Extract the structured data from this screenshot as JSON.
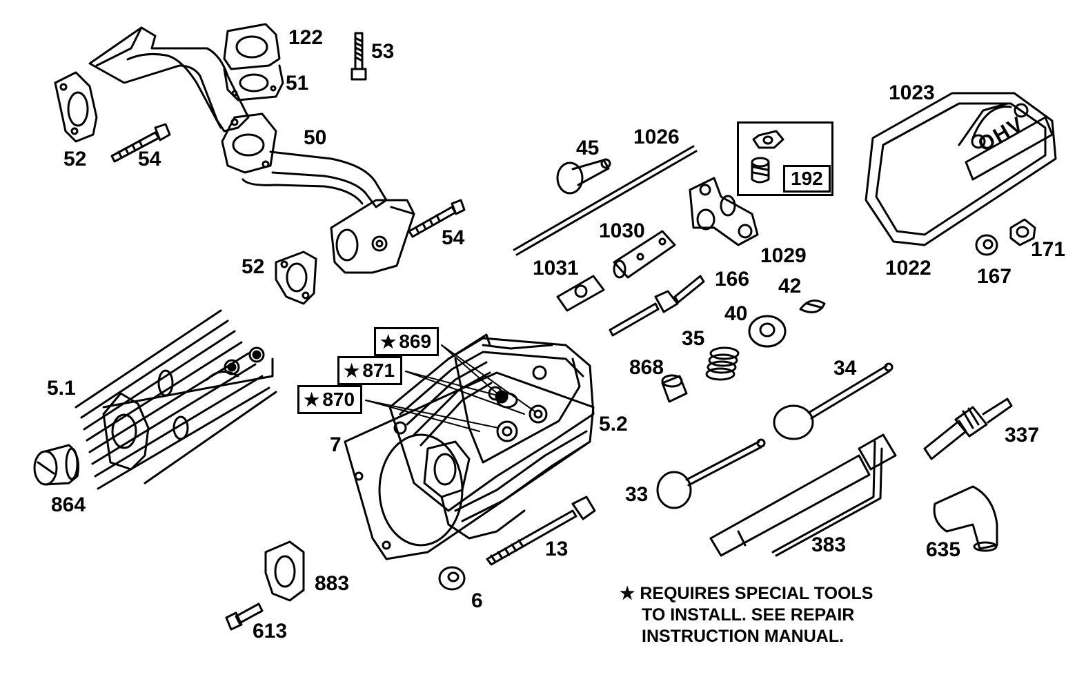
{
  "diagram": {
    "parts": [
      {
        "id": "p122",
        "number": "122"
      },
      {
        "id": "p53",
        "number": "53"
      },
      {
        "id": "p51",
        "number": "51"
      },
      {
        "id": "p52a",
        "number": "52"
      },
      {
        "id": "p54a",
        "number": "54"
      },
      {
        "id": "p50",
        "number": "50"
      },
      {
        "id": "p54b",
        "number": "54"
      },
      {
        "id": "p52b",
        "number": "52"
      },
      {
        "id": "p45",
        "number": "45"
      },
      {
        "id": "p1026",
        "number": "1026"
      },
      {
        "id": "p192",
        "number": "192"
      },
      {
        "id": "p1023",
        "number": "1023"
      },
      {
        "id": "p1030",
        "number": "1030"
      },
      {
        "id": "p1029",
        "number": "1029"
      },
      {
        "id": "p1031",
        "number": "1031"
      },
      {
        "id": "p166",
        "number": "166"
      },
      {
        "id": "p42",
        "number": "42"
      },
      {
        "id": "p40",
        "number": "40"
      },
      {
        "id": "p1022",
        "number": "1022"
      },
      {
        "id": "p167",
        "number": "167"
      },
      {
        "id": "p171",
        "number": "171"
      },
      {
        "id": "p35",
        "number": "35"
      },
      {
        "id": "p868",
        "number": "868"
      },
      {
        "id": "p34",
        "number": "34"
      },
      {
        "id": "p869",
        "number": "869"
      },
      {
        "id": "p871",
        "number": "871"
      },
      {
        "id": "p870",
        "number": "870"
      },
      {
        "id": "p5_1",
        "number": "5.1"
      },
      {
        "id": "p5_2",
        "number": "5.2"
      },
      {
        "id": "p7",
        "number": "7"
      },
      {
        "id": "p337",
        "number": "337"
      },
      {
        "id": "p864",
        "number": "864"
      },
      {
        "id": "p33",
        "number": "33"
      },
      {
        "id": "p13",
        "number": "13"
      },
      {
        "id": "p383",
        "number": "383"
      },
      {
        "id": "p635",
        "number": "635"
      },
      {
        "id": "p883",
        "number": "883"
      },
      {
        "id": "p6",
        "number": "6"
      },
      {
        "id": "p613",
        "number": "613"
      }
    ],
    "special_tools_marker": "★",
    "note": {
      "star": "★",
      "line1": "REQUIRES SPECIAL TOOLS",
      "line2": "TO INSTALL.  SEE REPAIR",
      "line3": "INSTRUCTION MANUAL."
    },
    "cover_logo_text": "OHV"
  }
}
